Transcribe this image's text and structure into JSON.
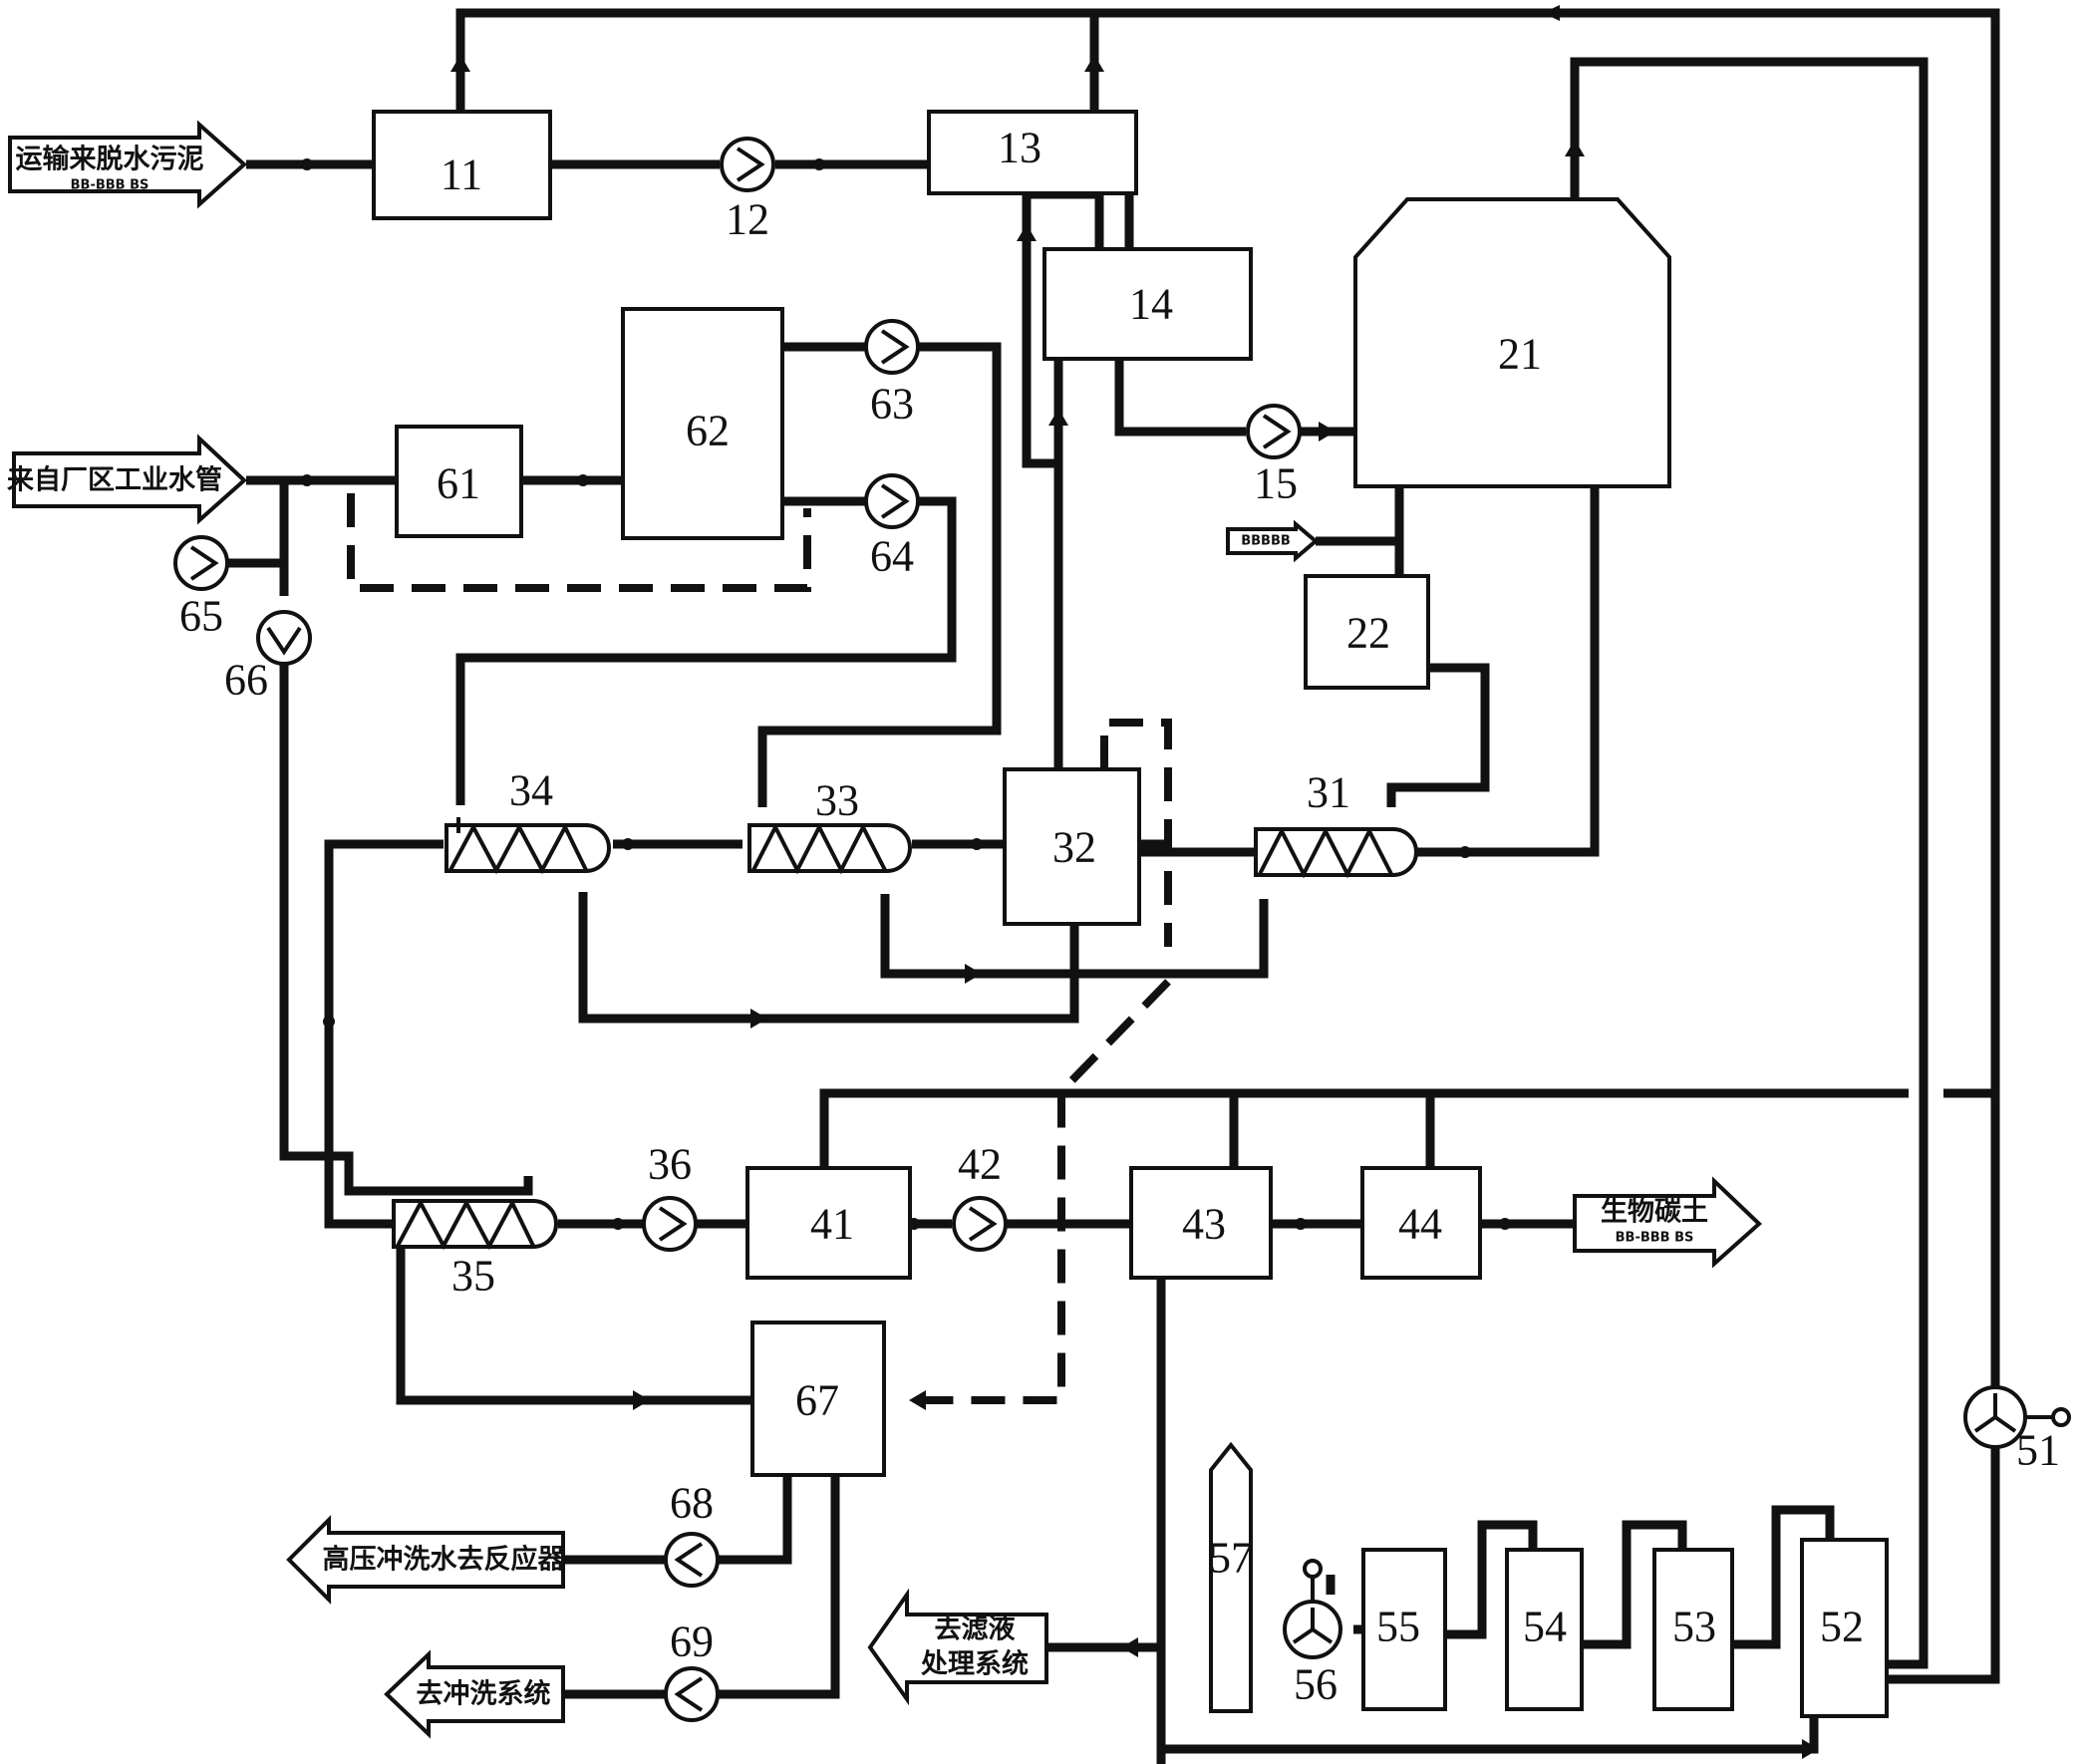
{
  "units": {
    "u11": "11",
    "u12": "12",
    "u13": "13",
    "u14": "14",
    "u15": "15",
    "u21": "21",
    "u22": "22",
    "u31": "31",
    "u32": "32",
    "u33": "33",
    "u34": "34",
    "u35": "35",
    "u36": "36",
    "u41": "41",
    "u42": "42",
    "u43": "43",
    "u44": "44",
    "u51": "51",
    "u52": "52",
    "u53": "53",
    "u54": "54",
    "u55": "55",
    "u56": "56",
    "u57": "57",
    "u61": "61",
    "u62": "62",
    "u63": "63",
    "u64": "64",
    "u65": "65",
    "u66": "66",
    "u67": "67",
    "u68": "68",
    "u69": "69"
  },
  "streams": {
    "sludge_in": "运输来脱水污泥",
    "sludge_in_sub": "BB-BBB BS",
    "water_in": "来自厂区工业水管",
    "small_in": "BBBBB",
    "soil_out": "生物碳土",
    "soil_out_sub": "BB-BBB BS",
    "hp_wash": "高压冲洗水去反应器",
    "wash_sys": "去冲洗系统",
    "filtrate_1": "去滤液",
    "filtrate_2": "处理系统"
  }
}
